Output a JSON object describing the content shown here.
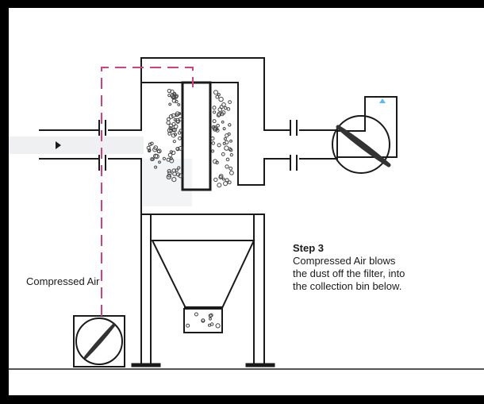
{
  "diagram": {
    "compressed_air_label": "Compressed Air",
    "step_title": "Step 3",
    "step_body": "Compressed Air blows the dust off the filter, into the collection bin below.",
    "colors": {
      "background": "#ffffff",
      "frame": "#000000",
      "line": "#1a1a1a",
      "air_line": "#d4407f",
      "airflow_band": "#eef0f1",
      "fan_indicator": "#5bbcec"
    }
  }
}
